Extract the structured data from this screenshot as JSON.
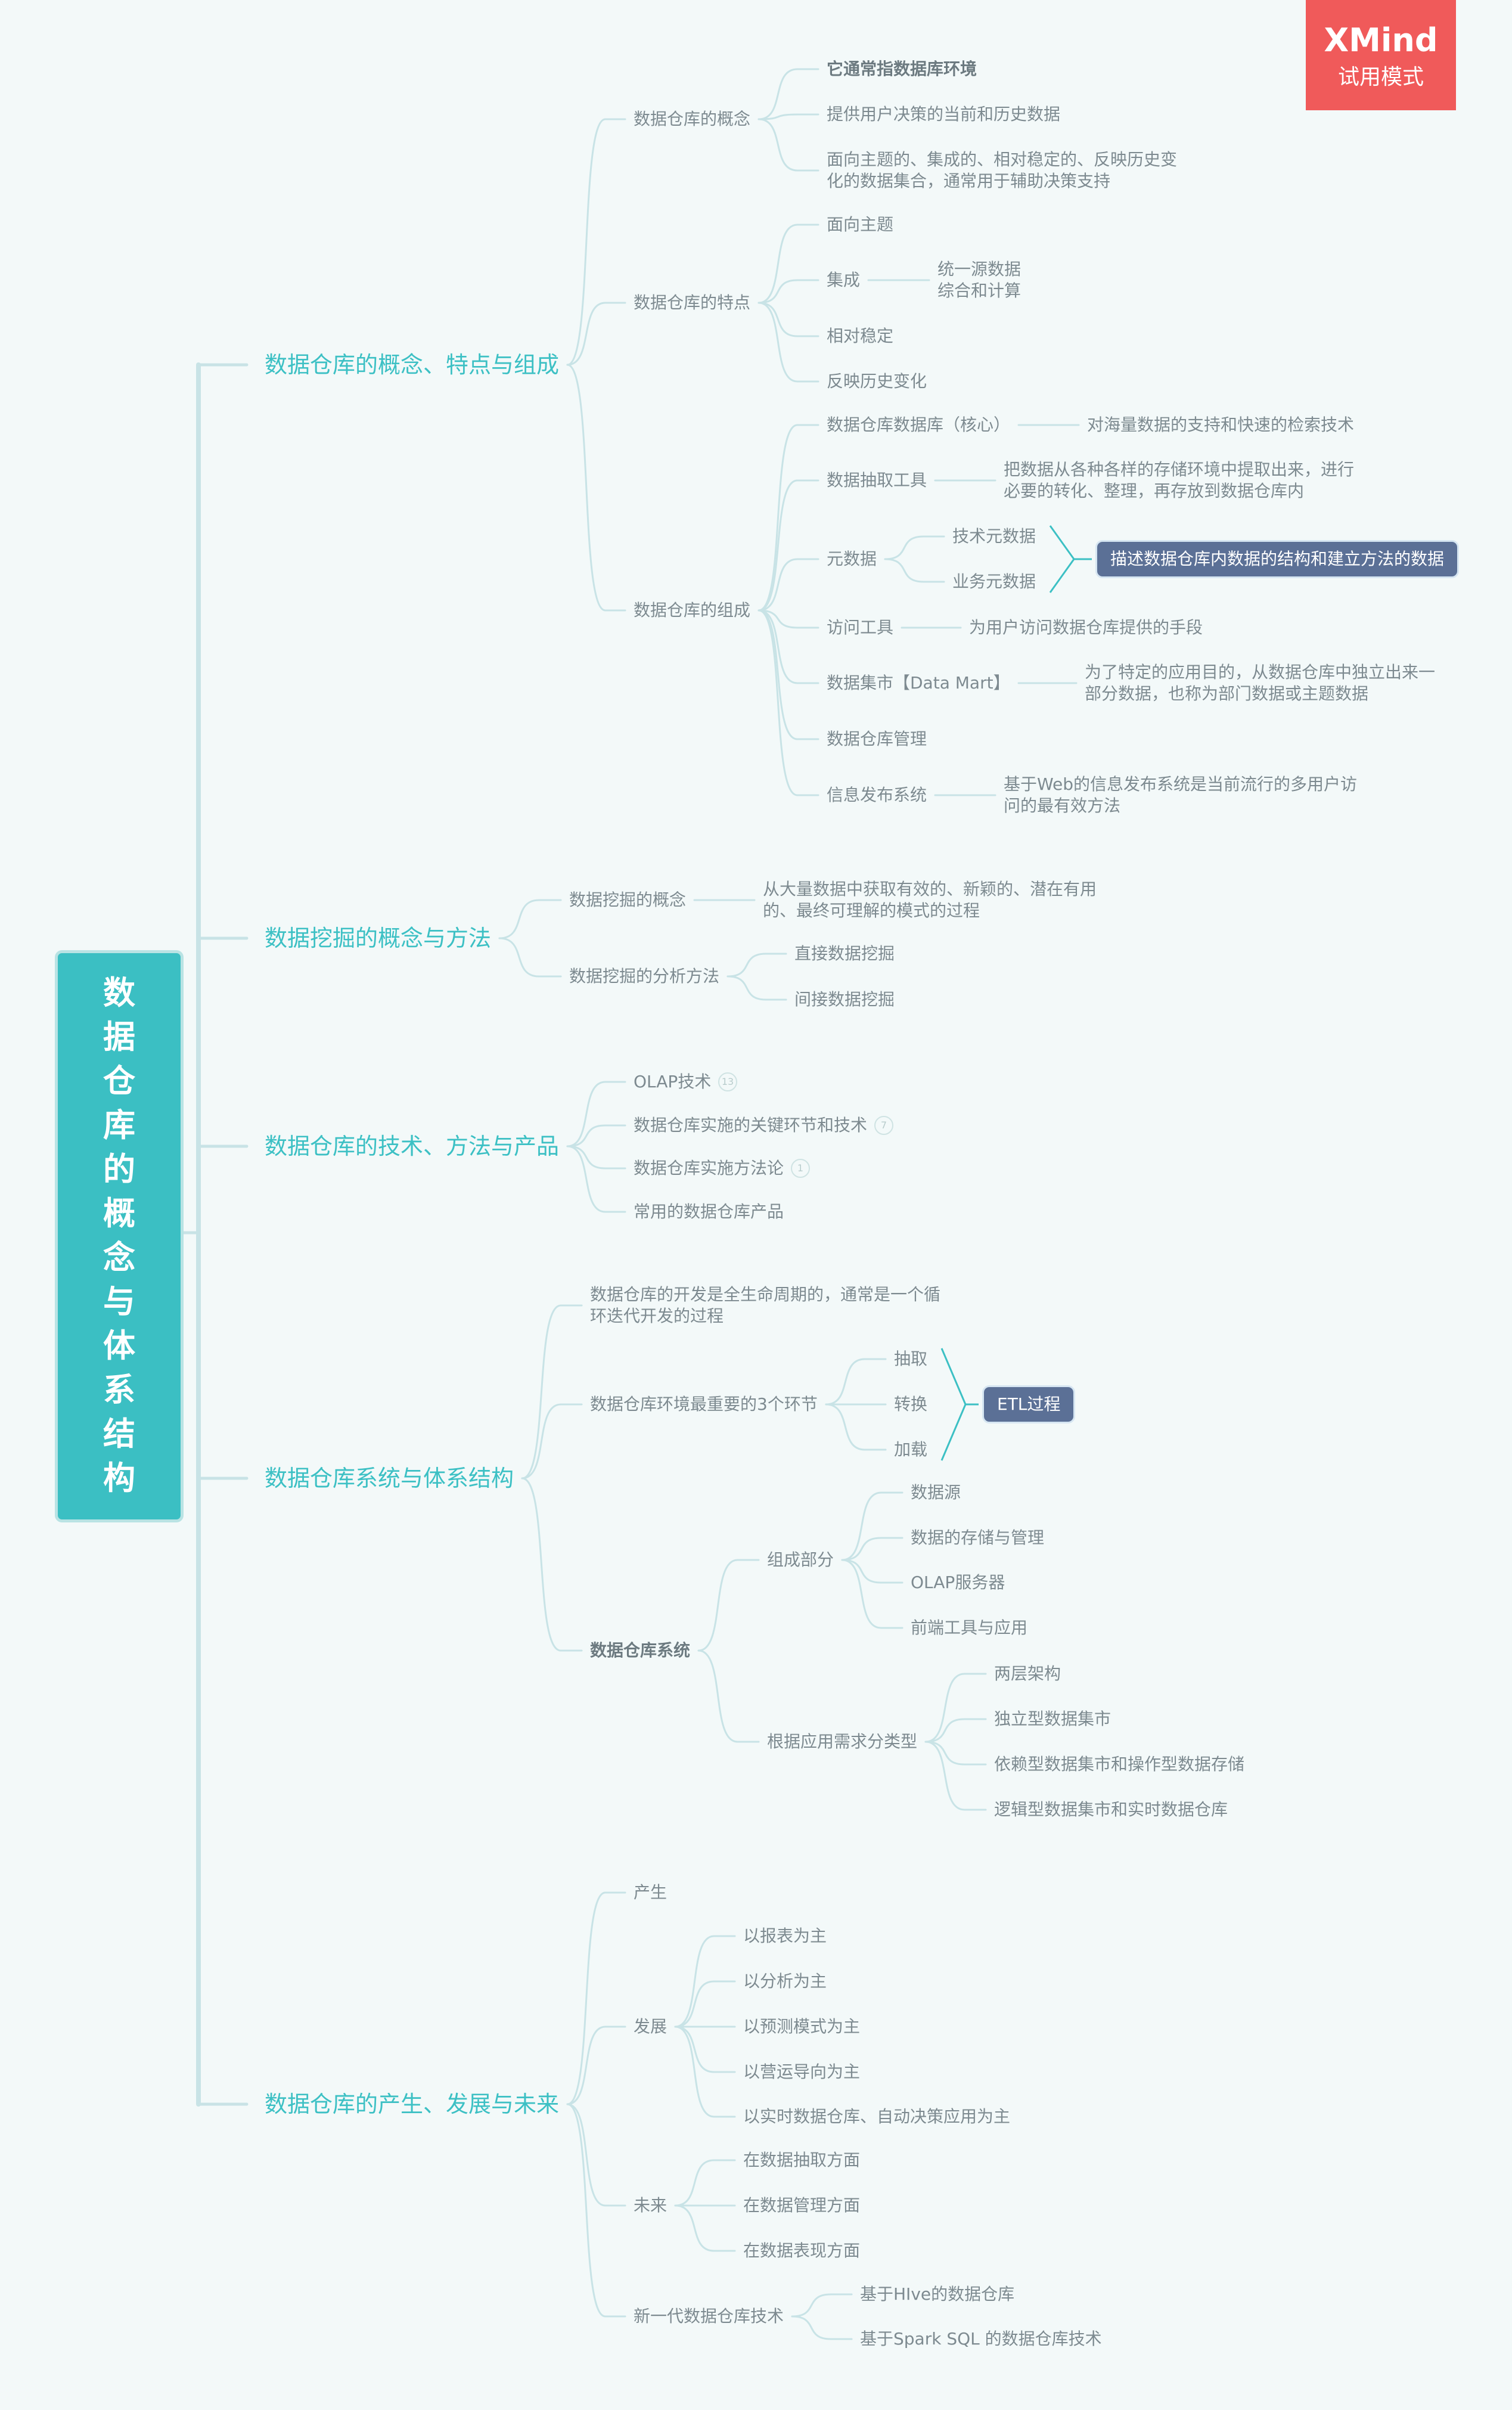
{
  "root": {
    "title": "数据仓库的概念与体系结构"
  },
  "watermark": {
    "logo": "XMind",
    "mode": "试用模式"
  },
  "colors": {
    "line": "#c8e3e6",
    "branch": "#3cc0c4",
    "text": "#7d8a90",
    "root_bg": "#3bbfc3",
    "box_bg": "#5b7096",
    "watermark_bg": "#f05a5a"
  },
  "nodes": [
    {
      "id": "b1",
      "text": "数据仓库的概念、特点与组成",
      "level": 1
    },
    {
      "id": "b1a",
      "text": "数据仓库的概念"
    },
    {
      "id": "b1a1",
      "text": "它通常指数据库环境",
      "bold": true
    },
    {
      "id": "b1a2",
      "text": "提供用户决策的当前和历史数据"
    },
    {
      "id": "b1a3",
      "text": "面向主题的、集成的、相对稳定的、反映历史变\n化的数据集合，通常用于辅助决策支持"
    },
    {
      "id": "b1b",
      "text": "数据仓库的特点"
    },
    {
      "id": "b1b1",
      "text": "面向主题"
    },
    {
      "id": "b1b2",
      "text": "集成"
    },
    {
      "id": "b1b2a",
      "text": "统一源数据\n综合和计算"
    },
    {
      "id": "b1b3",
      "text": "相对稳定"
    },
    {
      "id": "b1b4",
      "text": "反映历史变化"
    },
    {
      "id": "b1c",
      "text": "数据仓库的组成"
    },
    {
      "id": "b1c1",
      "text": "数据仓库数据库（核心）"
    },
    {
      "id": "b1c1a",
      "text": "对海量数据的支持和快速的检索技术"
    },
    {
      "id": "b1c2",
      "text": "数据抽取工具"
    },
    {
      "id": "b1c2a",
      "text": "把数据从各种各样的存储环境中提取出来，进行\n必要的转化、整理，再存放到数据仓库内"
    },
    {
      "id": "b1c3",
      "text": "元数据"
    },
    {
      "id": "b1c3a",
      "text": "技术元数据"
    },
    {
      "id": "b1c3b",
      "text": "业务元数据"
    },
    {
      "id": "b1c3s",
      "text": "描述数据仓库内数据的结构和建立方法的数据",
      "boxed": true
    },
    {
      "id": "b1c4",
      "text": "访问工具"
    },
    {
      "id": "b1c4a",
      "text": "为用户访问数据仓库提供的手段"
    },
    {
      "id": "b1c5",
      "text": "数据集市【Data Mart】"
    },
    {
      "id": "b1c5a",
      "text": "为了特定的应用目的，从数据仓库中独立出来一\n部分数据，也称为部门数据或主题数据"
    },
    {
      "id": "b1c6",
      "text": "数据仓库管理"
    },
    {
      "id": "b1c7",
      "text": "信息发布系统"
    },
    {
      "id": "b1c7a",
      "text": "基于Web的信息发布系统是当前流行的多用户访\n问的最有效方法"
    },
    {
      "id": "b2",
      "text": "数据挖掘的概念与方法",
      "level": 1
    },
    {
      "id": "b2a",
      "text": "数据挖掘的概念"
    },
    {
      "id": "b2a1",
      "text": "从大量数据中获取有效的、新颖的、潜在有用\n的、最终可理解的模式的过程"
    },
    {
      "id": "b2b",
      "text": "数据挖掘的分析方法"
    },
    {
      "id": "b2b1",
      "text": "直接数据挖掘"
    },
    {
      "id": "b2b2",
      "text": "间接数据挖掘"
    },
    {
      "id": "b3",
      "text": "数据仓库的技术、方法与产品",
      "level": 1
    },
    {
      "id": "b3a",
      "text": "OLAP技术",
      "badge": "13"
    },
    {
      "id": "b3b",
      "text": "数据仓库实施的关键环节和技术",
      "badge": "7"
    },
    {
      "id": "b3c",
      "text": "数据仓库实施方法论",
      "badge": "1"
    },
    {
      "id": "b3d",
      "text": "常用的数据仓库产品"
    },
    {
      "id": "b4",
      "text": "数据仓库系统与体系结构",
      "level": 1
    },
    {
      "id": "b4a",
      "text": "数据仓库的开发是全生命周期的，通常是一个循\n环迭代开发的过程"
    },
    {
      "id": "b4b",
      "text": "数据仓库环境最重要的3个环节"
    },
    {
      "id": "b4b1",
      "text": "抽取"
    },
    {
      "id": "b4b2",
      "text": "转换"
    },
    {
      "id": "b4b3",
      "text": "加载"
    },
    {
      "id": "b4bs",
      "text": "ETL过程",
      "boxed": true
    },
    {
      "id": "b4c",
      "text": "数据仓库系统",
      "bold": true
    },
    {
      "id": "b4c1",
      "text": "组成部分"
    },
    {
      "id": "b4c1a",
      "text": "数据源"
    },
    {
      "id": "b4c1b",
      "text": "数据的存储与管理"
    },
    {
      "id": "b4c1c",
      "text": "OLAP服务器"
    },
    {
      "id": "b4c1d",
      "text": "前端工具与应用"
    },
    {
      "id": "b4c2",
      "text": "根据应用需求分类型"
    },
    {
      "id": "b4c2a",
      "text": "两层架构"
    },
    {
      "id": "b4c2b",
      "text": "独立型数据集市"
    },
    {
      "id": "b4c2c",
      "text": "依赖型数据集市和操作型数据存储"
    },
    {
      "id": "b4c2d",
      "text": "逻辑型数据集市和实时数据仓库"
    },
    {
      "id": "b5",
      "text": "数据仓库的产生、发展与未来",
      "level": 1
    },
    {
      "id": "b5a",
      "text": "产生"
    },
    {
      "id": "b5b",
      "text": "发展"
    },
    {
      "id": "b5b1",
      "text": "以报表为主"
    },
    {
      "id": "b5b2",
      "text": "以分析为主"
    },
    {
      "id": "b5b3",
      "text": "以预测模式为主"
    },
    {
      "id": "b5b4",
      "text": "以营运导向为主"
    },
    {
      "id": "b5b5",
      "text": "以实时数据仓库、自动决策应用为主"
    },
    {
      "id": "b5c",
      "text": "未来"
    },
    {
      "id": "b5c1",
      "text": "在数据抽取方面"
    },
    {
      "id": "b5c2",
      "text": "在数据管理方面"
    },
    {
      "id": "b5c3",
      "text": "在数据表现方面"
    },
    {
      "id": "b5d",
      "text": "新一代数据仓库技术"
    },
    {
      "id": "b5d1",
      "text": "基于HIve的数据仓库"
    },
    {
      "id": "b5d2",
      "text": "基于Spark SQL 的数据仓库技术"
    }
  ]
}
